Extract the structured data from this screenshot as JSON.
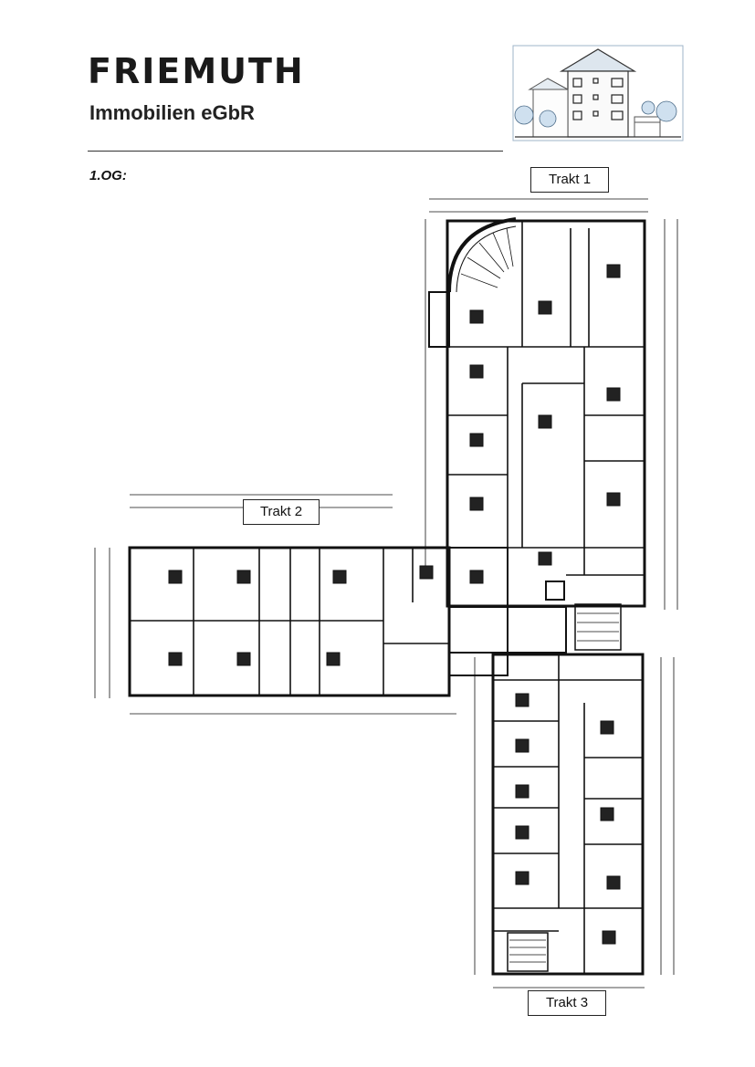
{
  "header": {
    "company_name": "FRIEMUTH",
    "company_subtitle": "Immobilien eGbR",
    "logo_icon": "house-logo-icon"
  },
  "floor": {
    "label": "1.OG:"
  },
  "plan": {
    "wings": [
      {
        "label": "Trakt 1"
      },
      {
        "label": "Trakt 2"
      },
      {
        "label": "Trakt 3"
      }
    ]
  }
}
